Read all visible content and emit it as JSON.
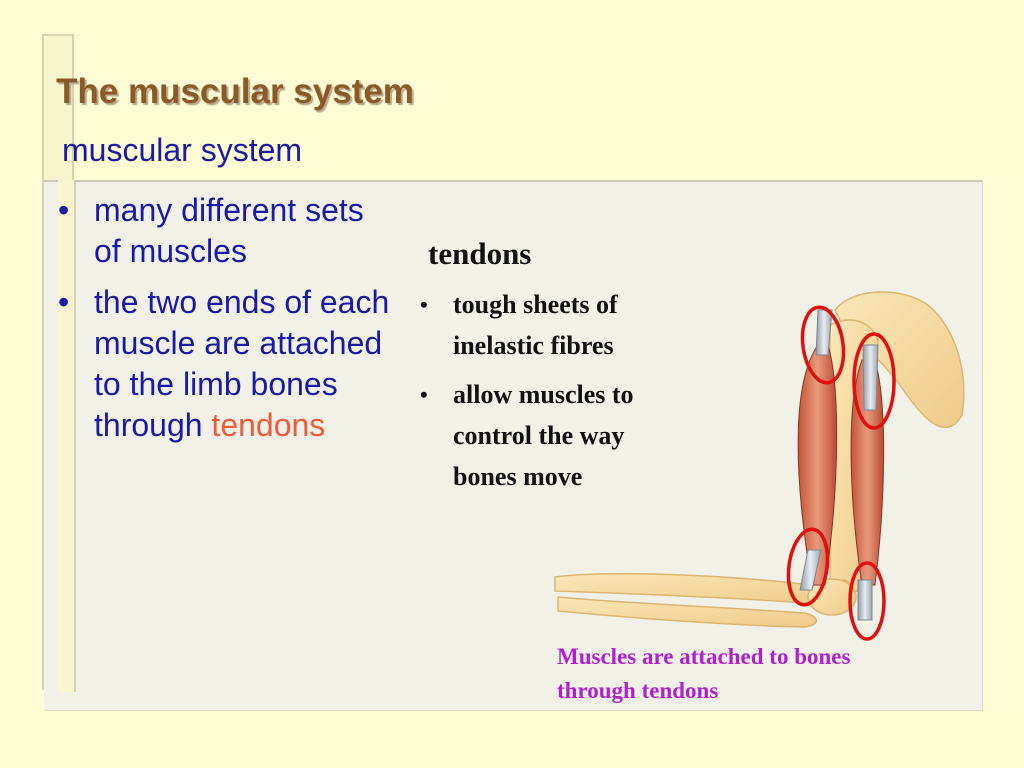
{
  "slide": {
    "title": "The muscular system",
    "subtitle": "muscular system"
  },
  "left_list": {
    "items": [
      {
        "bullet": "•",
        "text": "many different sets of muscles"
      },
      {
        "bullet": "•",
        "text": "the two ends of each muscle are attached to the limb bones through ",
        "highlight": "tendons"
      }
    ]
  },
  "right_section": {
    "heading": "tendons",
    "items": [
      {
        "bullet": "•",
        "text": "tough sheets of inelastic fibres"
      },
      {
        "bullet": "•",
        "text": "allow muscles to control the way bones move"
      }
    ]
  },
  "figure": {
    "caption": "Muscles are attached to bones through tendons",
    "icon": "arm-muscles-tendons-illustration"
  },
  "colors": {
    "background": "#fdfcd4",
    "title": "#8b5a2b",
    "body_text": "#1a1aa6",
    "highlight": "#f05a3c",
    "caption": "#b01fd0",
    "circle": "#e01010"
  }
}
